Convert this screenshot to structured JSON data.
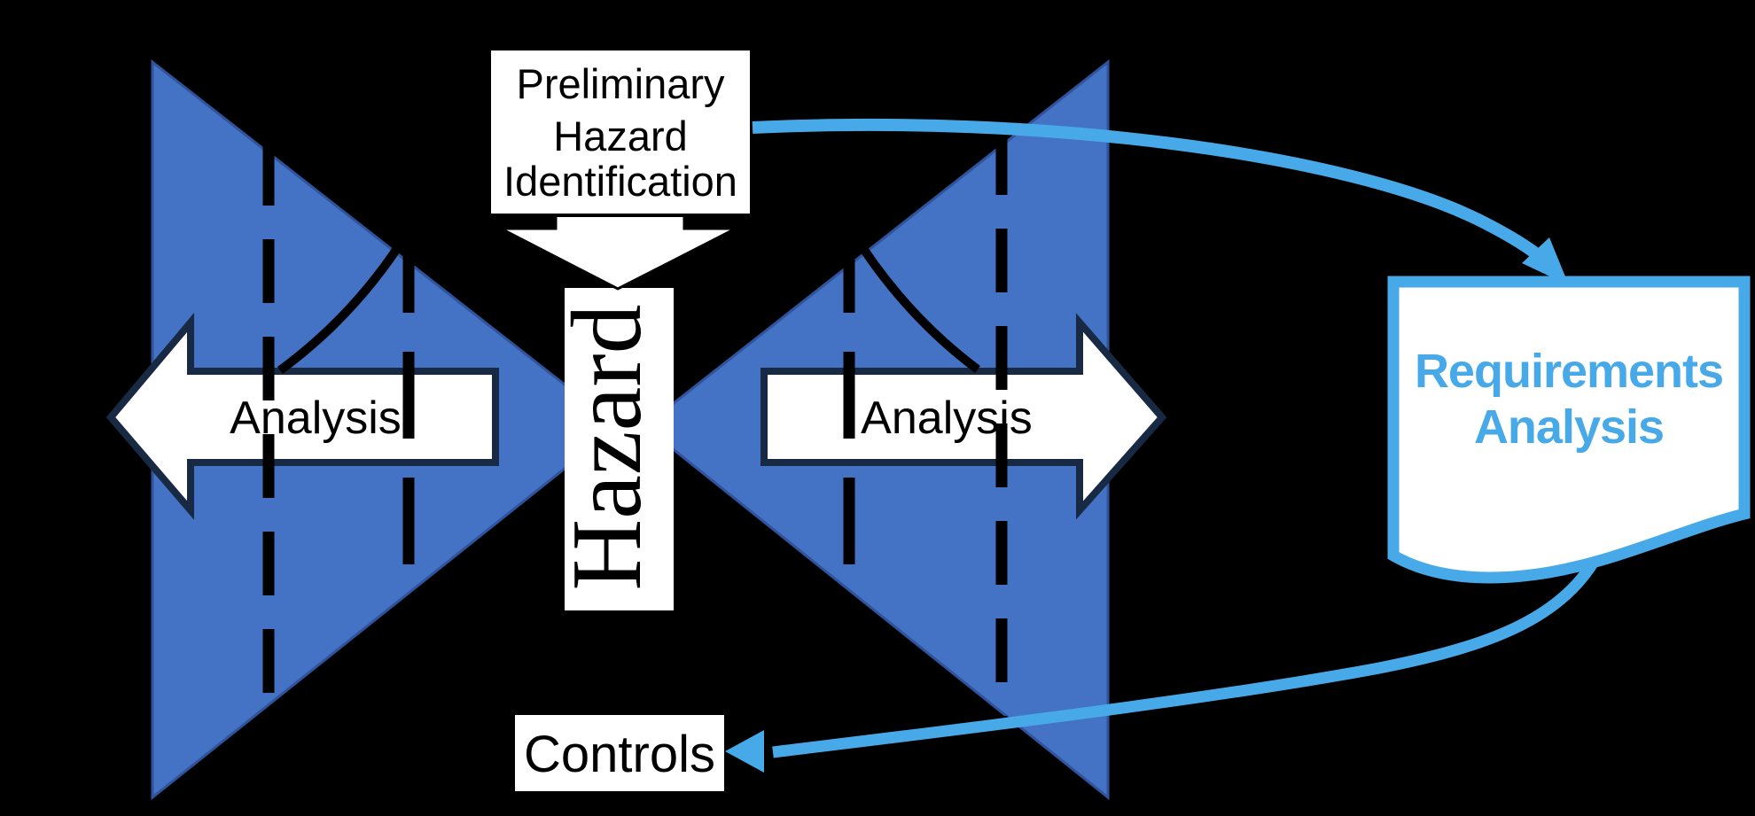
{
  "diagram": {
    "title": "Hazard bowtie with preliminary hazard identification feeding requirements analysis and controls",
    "background": "#000000",
    "colors": {
      "triangle_fill": "#4472C4",
      "triangle_stroke": "#30549B",
      "shape_fill": "#FFFFFF",
      "arrow_border": "#182944",
      "accent_blue": "#47A9E8",
      "text_black": "#000000"
    },
    "phi_box": {
      "line1": "Preliminary",
      "line2": "Hazard",
      "line3": "Identification"
    },
    "hazard_label": "Hazard",
    "analysis_left_label": "Analysis",
    "analysis_right_label": "Analysis",
    "controls_label": "Controls",
    "requirements_doc": {
      "line1": "Requirements",
      "line2": "Analysis"
    }
  }
}
